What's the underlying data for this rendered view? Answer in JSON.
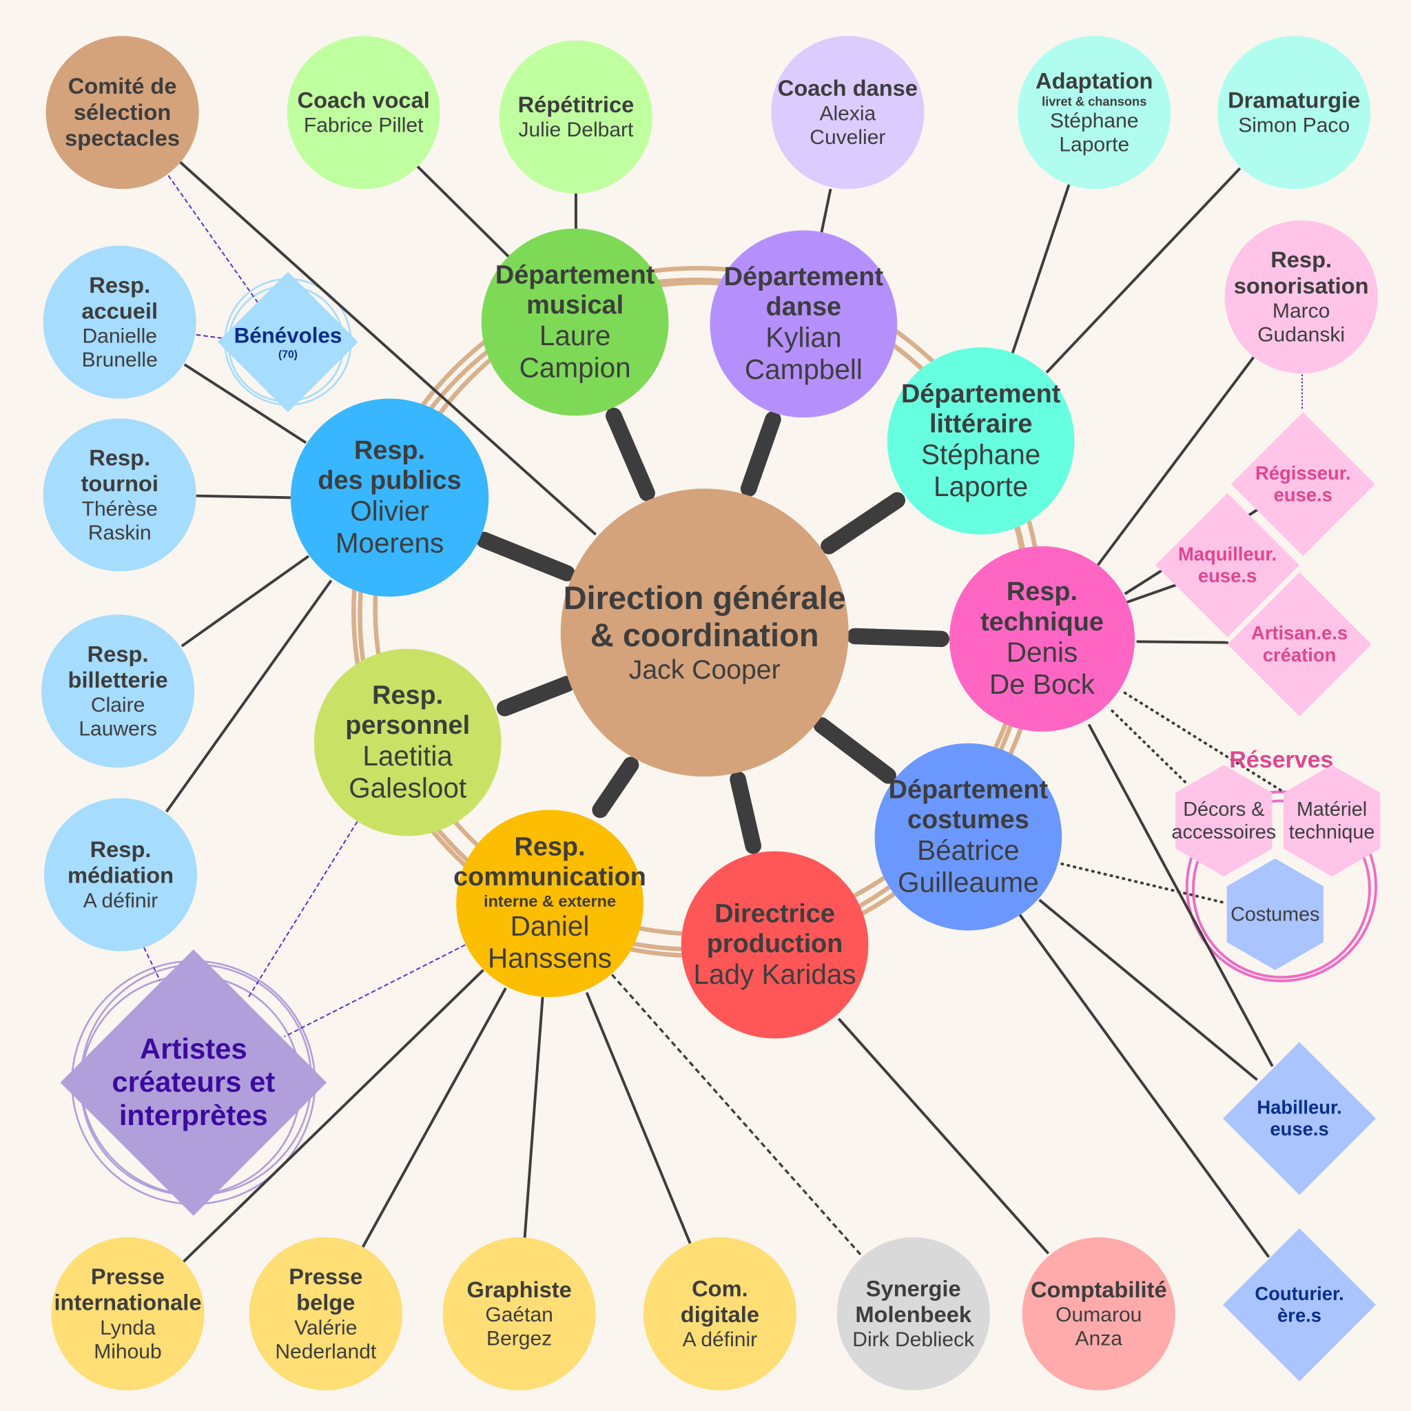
{
  "colors": {
    "background": "#faf5ef",
    "line": "#3d3d3d",
    "ring": "#d9b08c",
    "volunteer_link": "#5a2bd0",
    "reserve_ring": "#f06cc4"
  },
  "nodes": [
    {
      "id": "comite",
      "fill": "#d4a37c",
      "lines": [
        {
          "t": "b",
          "text": "Comité de"
        },
        {
          "t": "b",
          "text": "sélection"
        },
        {
          "t": "b",
          "text": "spectacles"
        }
      ]
    },
    {
      "id": "coach-vocal",
      "fill": "#c0ffa0",
      "lines": [
        {
          "t": "b",
          "text": "Coach vocal"
        },
        {
          "t": "n",
          "text": "Fabrice Pillet"
        }
      ]
    },
    {
      "id": "repetitrice",
      "fill": "#c0ffa0",
      "lines": [
        {
          "t": "b",
          "text": "Répétitrice"
        },
        {
          "t": "n",
          "text": "Julie Delbart"
        }
      ]
    },
    {
      "id": "coach-danse",
      "fill": "#dccbff",
      "lines": [
        {
          "t": "b",
          "text": "Coach danse"
        },
        {
          "t": "n",
          "text": "Alexia"
        },
        {
          "t": "n",
          "text": "Cuvelier"
        }
      ]
    },
    {
      "id": "adaptation",
      "fill": "#b0fdf0",
      "lines": [
        {
          "t": "b",
          "text": "Adaptation"
        },
        {
          "t": "s",
          "text": "livret & chansons"
        },
        {
          "t": "n",
          "text": "Stéphane"
        },
        {
          "t": "n",
          "text": "Laporte"
        }
      ]
    },
    {
      "id": "dramaturgie",
      "fill": "#b0fdf0",
      "lines": [
        {
          "t": "b",
          "text": "Dramaturgie"
        },
        {
          "t": "n",
          "text": "Simon Paco"
        }
      ]
    },
    {
      "id": "resp-sonorisation",
      "fill": "#ffc4e8",
      "lines": [
        {
          "t": "b",
          "text": "Resp."
        },
        {
          "t": "b",
          "text": "sonorisation"
        },
        {
          "t": "n",
          "text": "Marco"
        },
        {
          "t": "n",
          "text": "Gudanski"
        }
      ]
    },
    {
      "id": "dept-musical",
      "fill": "#7ed957",
      "lines": [
        {
          "t": "b",
          "text": "Département"
        },
        {
          "t": "b",
          "text": "musical"
        },
        {
          "t": "n",
          "text": "Laure"
        },
        {
          "t": "n",
          "text": "Campion"
        }
      ]
    },
    {
      "id": "dept-danse",
      "fill": "#b590fc",
      "lines": [
        {
          "t": "b",
          "text": "Département"
        },
        {
          "t": "b",
          "text": "danse"
        },
        {
          "t": "n",
          "text": "Kylian"
        },
        {
          "t": "n",
          "text": "Campbell"
        }
      ]
    },
    {
      "id": "dept-litteraire",
      "fill": "#66ffe0",
      "lines": [
        {
          "t": "b",
          "text": "Département"
        },
        {
          "t": "b",
          "text": "littéraire"
        },
        {
          "t": "n",
          "text": "Stéphane"
        },
        {
          "t": "n",
          "text": "Laporte"
        }
      ]
    },
    {
      "id": "resp-publics",
      "fill": "#38b6ff",
      "lines": [
        {
          "t": "b",
          "text": "Resp."
        },
        {
          "t": "b",
          "text": "des publics"
        },
        {
          "t": "n",
          "text": "Olivier"
        },
        {
          "t": "n",
          "text": "Moerens"
        }
      ]
    },
    {
      "id": "direction",
      "fill": "#d4a37c",
      "lines": [
        {
          "t": "b",
          "text": "Direction générale"
        },
        {
          "t": "b",
          "text": "& coordination"
        },
        {
          "t": "n",
          "text": "Jack Cooper"
        }
      ]
    },
    {
      "id": "resp-technique",
      "fill": "#ff66c4",
      "lines": [
        {
          "t": "b",
          "text": "Resp."
        },
        {
          "t": "b",
          "text": "technique"
        },
        {
          "t": "n",
          "text": "Denis"
        },
        {
          "t": "n",
          "text": "De Bock"
        }
      ]
    },
    {
      "id": "resp-personnel",
      "fill": "#c9e265",
      "lines": [
        {
          "t": "b",
          "text": "Resp."
        },
        {
          "t": "b",
          "text": "personnel"
        },
        {
          "t": "n",
          "text": "Laetitia"
        },
        {
          "t": "n",
          "text": "Galesloot"
        }
      ]
    },
    {
      "id": "resp-communication",
      "fill": "#fdbd00",
      "lines": [
        {
          "t": "b",
          "text": "Resp."
        },
        {
          "t": "b",
          "text": "communication"
        },
        {
          "t": "s",
          "text": "interne & externe"
        },
        {
          "t": "n",
          "text": "Daniel"
        },
        {
          "t": "n",
          "text": "Hanssens"
        }
      ]
    },
    {
      "id": "directrice-production",
      "fill": "#ff5757",
      "lines": [
        {
          "t": "b",
          "text": "Directrice"
        },
        {
          "t": "b",
          "text": "production"
        },
        {
          "t": "n",
          "text": "Lady Karidas"
        }
      ]
    },
    {
      "id": "dept-costumes",
      "fill": "#6b98ff",
      "lines": [
        {
          "t": "b",
          "text": "Département"
        },
        {
          "t": "b",
          "text": "costumes"
        },
        {
          "t": "n",
          "text": "Béatrice"
        },
        {
          "t": "n",
          "text": "Guilleaume"
        }
      ]
    },
    {
      "id": "resp-accueil",
      "fill": "#a6dcfd",
      "lines": [
        {
          "t": "b",
          "text": "Resp."
        },
        {
          "t": "b",
          "text": "accueil"
        },
        {
          "t": "n",
          "text": "Danielle"
        },
        {
          "t": "n",
          "text": "Brunelle"
        }
      ]
    },
    {
      "id": "resp-tournoi",
      "fill": "#a6dcfd",
      "lines": [
        {
          "t": "b",
          "text": "Resp."
        },
        {
          "t": "b",
          "text": "tournoi"
        },
        {
          "t": "n",
          "text": "Thérèse"
        },
        {
          "t": "n",
          "text": "Raskin"
        }
      ]
    },
    {
      "id": "resp-billetterie",
      "fill": "#a6dcfd",
      "lines": [
        {
          "t": "b",
          "text": "Resp."
        },
        {
          "t": "b",
          "text": "billetterie"
        },
        {
          "t": "n",
          "text": "Claire"
        },
        {
          "t": "n",
          "text": "Lauwers"
        }
      ]
    },
    {
      "id": "resp-mediation",
      "fill": "#a6dcfd",
      "lines": [
        {
          "t": "b",
          "text": "Resp."
        },
        {
          "t": "b",
          "text": "médiation"
        },
        {
          "t": "n",
          "text": "A définir"
        }
      ]
    },
    {
      "id": "presse-internationale",
      "fill": "#ffde75",
      "lines": [
        {
          "t": "b",
          "text": "Presse"
        },
        {
          "t": "b",
          "text": "internationale"
        },
        {
          "t": "n",
          "text": "Lynda"
        },
        {
          "t": "n",
          "text": "Mihoub"
        }
      ]
    },
    {
      "id": "presse-belge",
      "fill": "#ffde75",
      "lines": [
        {
          "t": "b",
          "text": "Presse"
        },
        {
          "t": "b",
          "text": "belge"
        },
        {
          "t": "n",
          "text": "Valérie"
        },
        {
          "t": "n",
          "text": "Nederlandt"
        }
      ]
    },
    {
      "id": "graphiste",
      "fill": "#ffde75",
      "lines": [
        {
          "t": "b",
          "text": "Graphiste"
        },
        {
          "t": "n",
          "text": "Gaétan"
        },
        {
          "t": "n",
          "text": "Bergez"
        }
      ]
    },
    {
      "id": "com-digitale",
      "fill": "#ffde75",
      "lines": [
        {
          "t": "b",
          "text": "Com."
        },
        {
          "t": "b",
          "text": "digitale"
        },
        {
          "t": "n",
          "text": "A définir"
        }
      ]
    },
    {
      "id": "synergie-molenbeek",
      "fill": "#d9d9d9",
      "lines": [
        {
          "t": "b",
          "text": "Synergie"
        },
        {
          "t": "b",
          "text": "Molenbeek"
        },
        {
          "t": "n",
          "text": "Dirk Deblieck"
        }
      ]
    },
    {
      "id": "comptabilite",
      "fill": "#ffabab",
      "lines": [
        {
          "t": "b",
          "text": "Comptabilité"
        },
        {
          "t": "n",
          "text": "Oumarou"
        },
        {
          "t": "n",
          "text": "Anza"
        }
      ]
    }
  ],
  "diamonds": [
    {
      "id": "benevoles",
      "fill": "#a6dcfd",
      "color": "#0b2d8a",
      "lines": [
        {
          "t": "b",
          "text": "Bénévoles"
        },
        {
          "t": "s",
          "text": "(70)"
        }
      ]
    },
    {
      "id": "artistes",
      "fill": "#b09fda",
      "color": "#3c0a9e",
      "lines": [
        {
          "t": "b",
          "text": "Artistes"
        },
        {
          "t": "b",
          "text": "créateurs et"
        },
        {
          "t": "b",
          "text": "interprètes"
        }
      ]
    },
    {
      "id": "regisseurs",
      "fill": "#ffc4e8",
      "color": "#e0468f",
      "lines": [
        {
          "t": "b",
          "text": "Régisseur."
        },
        {
          "t": "b",
          "text": "euse.s"
        }
      ]
    },
    {
      "id": "maquilleurs",
      "fill": "#ffc4e8",
      "color": "#e0468f",
      "lines": [
        {
          "t": "b",
          "text": "Maquilleur."
        },
        {
          "t": "b",
          "text": "euse.s"
        }
      ]
    },
    {
      "id": "artisans",
      "fill": "#ffc4e8",
      "color": "#e0468f",
      "lines": [
        {
          "t": "b",
          "text": "Artisan.e.s"
        },
        {
          "t": "b",
          "text": "création"
        }
      ]
    },
    {
      "id": "habilleurs",
      "fill": "#a9c4ff",
      "color": "#0b2d8a",
      "lines": [
        {
          "t": "b",
          "text": "Habilleur."
        },
        {
          "t": "b",
          "text": "euse.s"
        }
      ]
    },
    {
      "id": "couturiers",
      "fill": "#a9c4ff",
      "color": "#0b2d8a",
      "lines": [
        {
          "t": "b",
          "text": "Couturier."
        },
        {
          "t": "b",
          "text": "ère.s"
        }
      ]
    }
  ],
  "reserves": {
    "title": "Réserves",
    "title_color": "#e0468f",
    "items": [
      {
        "id": "decors",
        "fill": "#ffc4e8",
        "lines": [
          {
            "t": "n",
            "text": "Décors &"
          },
          {
            "t": "n",
            "text": "accessoires"
          }
        ]
      },
      {
        "id": "materiel",
        "fill": "#ffc4e8",
        "lines": [
          {
            "t": "n",
            "text": "Matériel"
          },
          {
            "t": "n",
            "text": "technique"
          }
        ]
      },
      {
        "id": "costumes",
        "fill": "#a9c4ff",
        "lines": [
          {
            "t": "n",
            "text": "Costumes"
          }
        ]
      }
    ]
  }
}
